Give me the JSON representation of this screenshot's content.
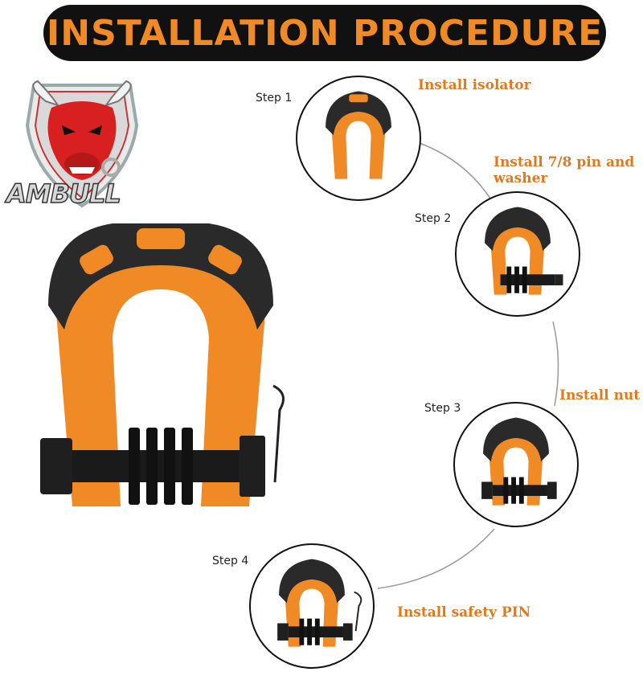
{
  "banner": {
    "title": "INSTALLATION PROCEDURE"
  },
  "logo": {
    "brand": "AMBULL",
    "icon": "bull-head-shield"
  },
  "colors": {
    "accent": "#f08a24",
    "rubber": "#2a2a2a",
    "banner": "#111111"
  },
  "steps": [
    {
      "label": "Step 1",
      "action": "Install isolator"
    },
    {
      "label": "Step 2",
      "action": "Install 7/8 pin and washer"
    },
    {
      "label": "Step 3",
      "action": "Install nut"
    },
    {
      "label": "Step 4",
      "action": "Install safety PIN"
    }
  ]
}
